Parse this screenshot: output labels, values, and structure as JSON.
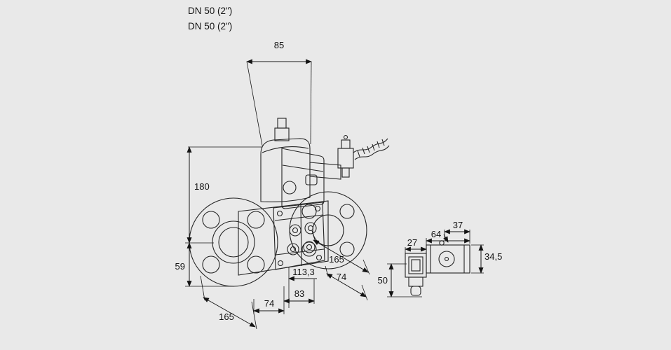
{
  "labels": {
    "dn_line1": "DN 50 (2\")",
    "dn_line2": "DN 50 (2\")"
  },
  "dimensions": {
    "d85": "85",
    "d180": "180",
    "d59": "59",
    "d165_left": "165",
    "d74_left": "74",
    "d83": "83",
    "d113": "113,3",
    "d165_right": "165",
    "d74_right": "74",
    "d27": "27",
    "d64": "64",
    "d37": "37",
    "d34_5": "34,5",
    "d50": "50"
  },
  "colors": {
    "background": "#e9e9e9",
    "line": "#242424",
    "flange_fill": "#fbfbfb",
    "body_fill": "#dedede",
    "actuator_fill": "#d2d2d2"
  }
}
